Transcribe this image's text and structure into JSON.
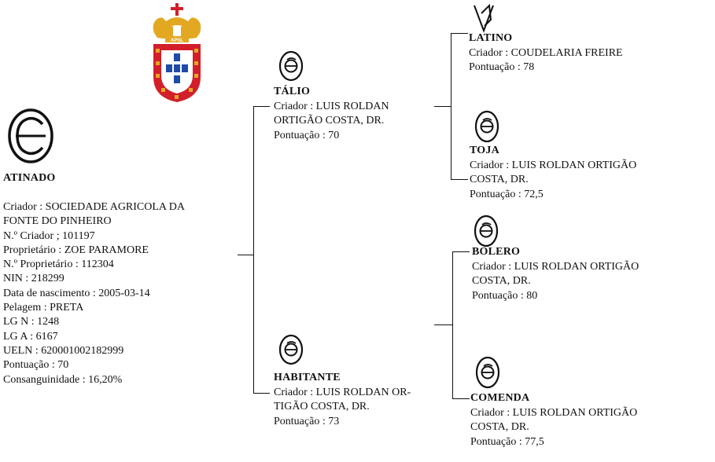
{
  "colors": {
    "text": "#111111",
    "line": "#111111",
    "gold": "#e3a822",
    "red": "#d21f2a",
    "blue": "#1f4aa8"
  },
  "logo": {
    "text": "APSL"
  },
  "subject": {
    "name": "ATINADO",
    "brand_icon": "brand-mark-icon",
    "lines": [
      "Criador : SOCIEDADE AGRICOLA DA",
      "FONTE DO PINHEIRO",
      "N.º Criador ; 101197",
      "Proprietário : ZOE PARAMORE",
      "N.º Proprietário : 112304",
      "NIN : 218299",
      "Data de nascimento : 2005-03-14",
      "Pelagem : PRETA",
      "LG N : 1248",
      "LG A : 6167",
      "UELN : 620001002182999",
      "Pontuação : 70",
      "Consanguinidade : 16,20%"
    ]
  },
  "sire": {
    "name": "TÁLIO",
    "lines": [
      "Criador : LUIS ROLDAN",
      "ORTIGÃO COSTA, DR.",
      "Pontuação : 70"
    ]
  },
  "dam": {
    "name": "HABITANTE",
    "lines": [
      "Criador : LUIS ROLDAN OR-",
      "TIGÃO COSTA, DR.",
      "Pontuação : 73"
    ]
  },
  "sire_sire": {
    "name": "LATINO",
    "lines": [
      "Criador : COUDELARIA FREIRE",
      "Pontuação : 78"
    ]
  },
  "sire_dam": {
    "name": "TOJA",
    "lines": [
      "Criador : LUIS ROLDAN ORTIGÃO",
      "COSTA, DR.",
      "Pontuação : 72,5"
    ]
  },
  "dam_sire": {
    "name": "BOLERO",
    "lines": [
      "Criador : LUIS ROLDAN ORTIGÃO",
      "COSTA, DR.",
      "Pontuação : 80"
    ]
  },
  "dam_dam": {
    "name": "COMENDA",
    "lines": [
      "Criador : LUIS ROLDAN ORTIGÃO",
      "COSTA, DR.",
      "Pontuação : 77,5"
    ]
  }
}
